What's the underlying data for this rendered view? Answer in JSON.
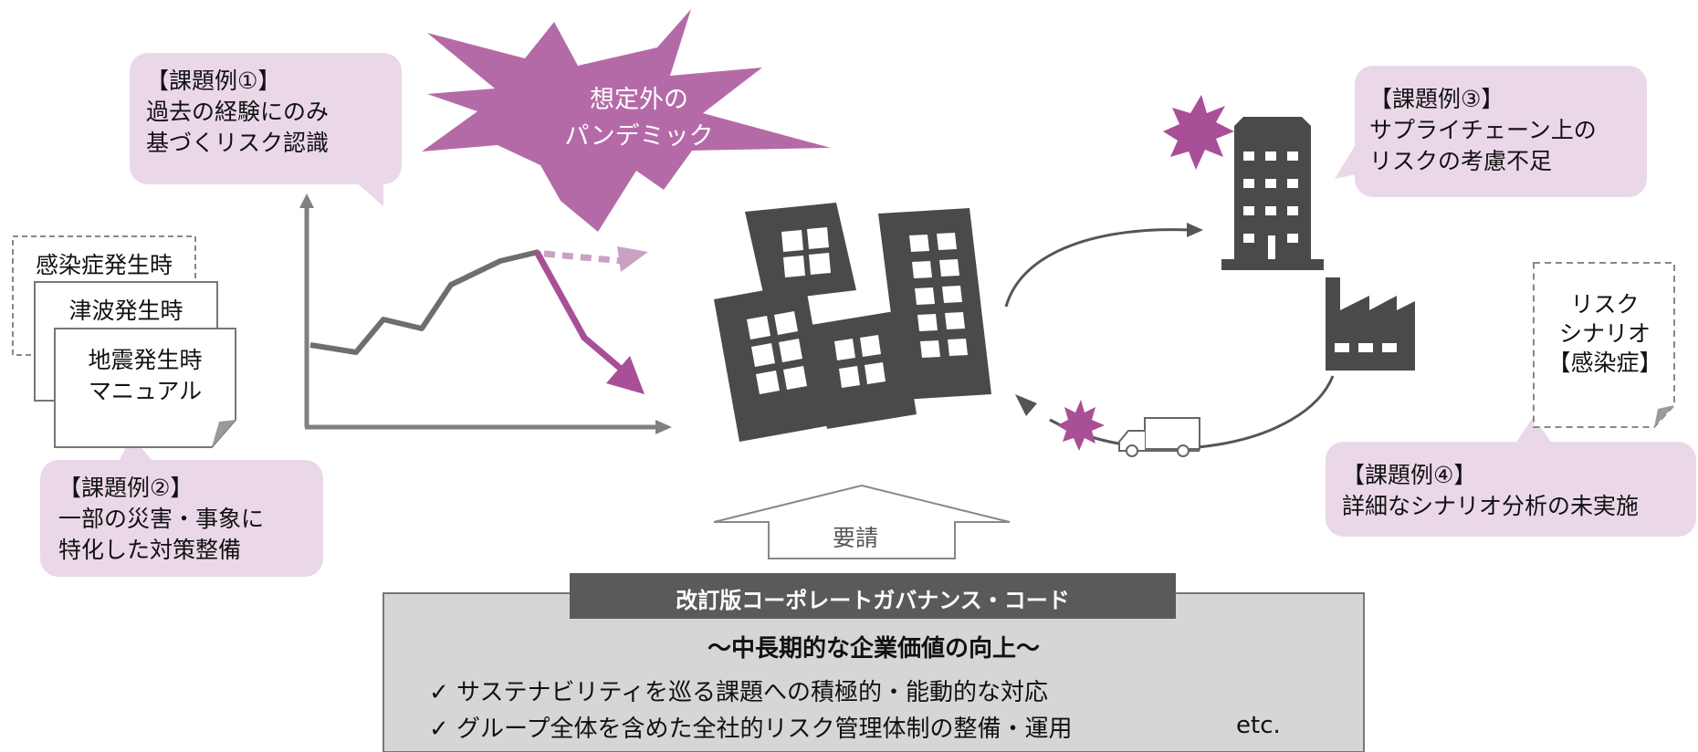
{
  "colors": {
    "bubble_fill": "#ead8e8",
    "burst_fill": "#b56aa8",
    "burst_dark": "#a84f97",
    "building_gray": "#4a4a4a",
    "axis_gray": "#808080",
    "code_box_fill": "#d6d6d6",
    "code_title_fill": "#5a5a5a"
  },
  "issues": {
    "issue1": {
      "heading": "【課題例①】",
      "line1": "過去の経験にのみ",
      "line2": "基づくリスク認識"
    },
    "issue2": {
      "heading": "【課題例②】",
      "line1": "一部の災害・事象に",
      "line2": "特化した対策整備"
    },
    "issue3": {
      "heading": "【課題例③】",
      "line1": "サプライチェーン上の",
      "line2": "リスクの考慮不足"
    },
    "issue4": {
      "heading": "【課題例④】",
      "line1": "詳細なシナリオ分析の未実施"
    }
  },
  "pandemic": {
    "line1": "想定外の",
    "line2": "パンデミック"
  },
  "manuals": {
    "doc1": "感染症発生時",
    "doc2": "津波発生時",
    "doc3_line1": "地震発生時",
    "doc3_line2": "マニュアル"
  },
  "scenario": {
    "line1": "リスク",
    "line2": "シナリオ",
    "line3": "【感染症】"
  },
  "request_label": "要請",
  "governance": {
    "title": "改訂版コーポレートガバナンス・コード",
    "subtitle": "～中長期的な企業価値の向上～",
    "item1": "✓ サステナビリティを巡る課題への積極的・能動的な対応",
    "item2": "✓ グループ全体を含めた全社的リスク管理体制の整備・運用",
    "etc": "etc."
  },
  "icons": [
    "company-buildings-icon",
    "office-tower-icon",
    "factory-icon",
    "truck-icon",
    "impact-burst-icon"
  ]
}
